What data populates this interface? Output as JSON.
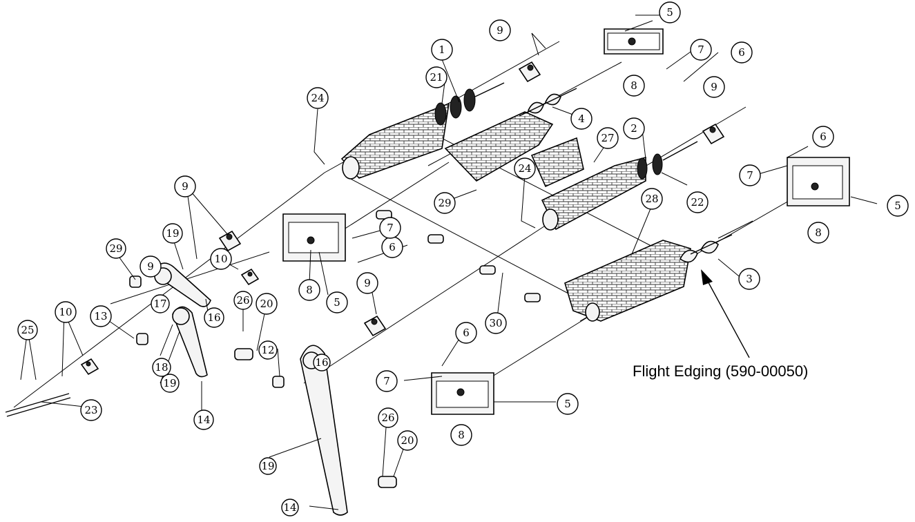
{
  "diagram": {
    "balloons": [
      "1",
      "2",
      "3",
      "4",
      "5",
      "5",
      "5",
      "5",
      "6",
      "6",
      "6",
      "6",
      "7",
      "7",
      "7",
      "7",
      "8",
      "8",
      "8",
      "8",
      "9",
      "9",
      "9",
      "9",
      "9",
      "10",
      "10",
      "12",
      "13",
      "14",
      "14",
      "16",
      "16",
      "17",
      "18",
      "19",
      "19",
      "19",
      "20",
      "20",
      "21",
      "22",
      "23",
      "24",
      "24",
      "25",
      "26",
      "26",
      "27",
      "28",
      "29",
      "29",
      "30"
    ],
    "callout": {
      "label": "Flight Edging (590-00050)"
    }
  },
  "colors": {
    "line": "#000000",
    "background": "#ffffff"
  }
}
